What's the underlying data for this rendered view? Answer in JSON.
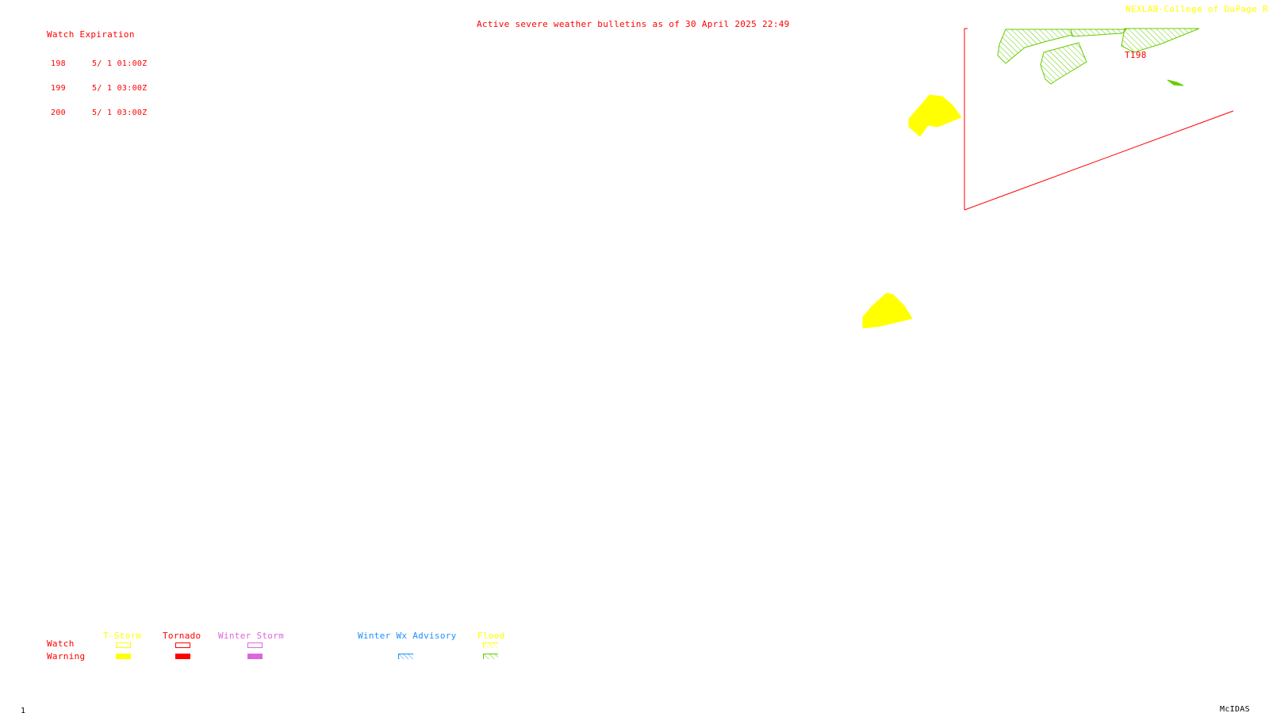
{
  "header": {
    "credit": "NEXLAB-College of DuPage R",
    "title": "Active severe weather bulletins as of 30 April 2025 22:49"
  },
  "watch_expiration": {
    "heading": "Watch Expiration",
    "rows": [
      {
        "number": "198",
        "expires": "5/ 1 01:00Z"
      },
      {
        "number": "199",
        "expires": "5/ 1 03:00Z"
      },
      {
        "number": "200",
        "expires": "5/ 1 03:00Z"
      }
    ]
  },
  "map": {
    "watch_label": "T198"
  },
  "legend": {
    "row_watch": "Watch",
    "row_warning": "Warning",
    "categories": [
      {
        "label": "T-Storm",
        "color": "#ffff00"
      },
      {
        "label": "Tornado",
        "color": "#ff0000"
      },
      {
        "label": "Winter Storm",
        "color": "#dd66dd"
      },
      {
        "label": "Winter Wx Advisory",
        "color": "#1e90ff"
      },
      {
        "label": "Flood",
        "color": "#ffff00",
        "warning_color": "#66cc00"
      }
    ]
  },
  "footer": {
    "frame_number": "1",
    "software": "McIDAS"
  },
  "colors": {
    "text_red": "#ff0000",
    "credit_yellow": "#ffff00",
    "warning_yellow": "#ffff00",
    "flood_green": "#66cc00"
  }
}
